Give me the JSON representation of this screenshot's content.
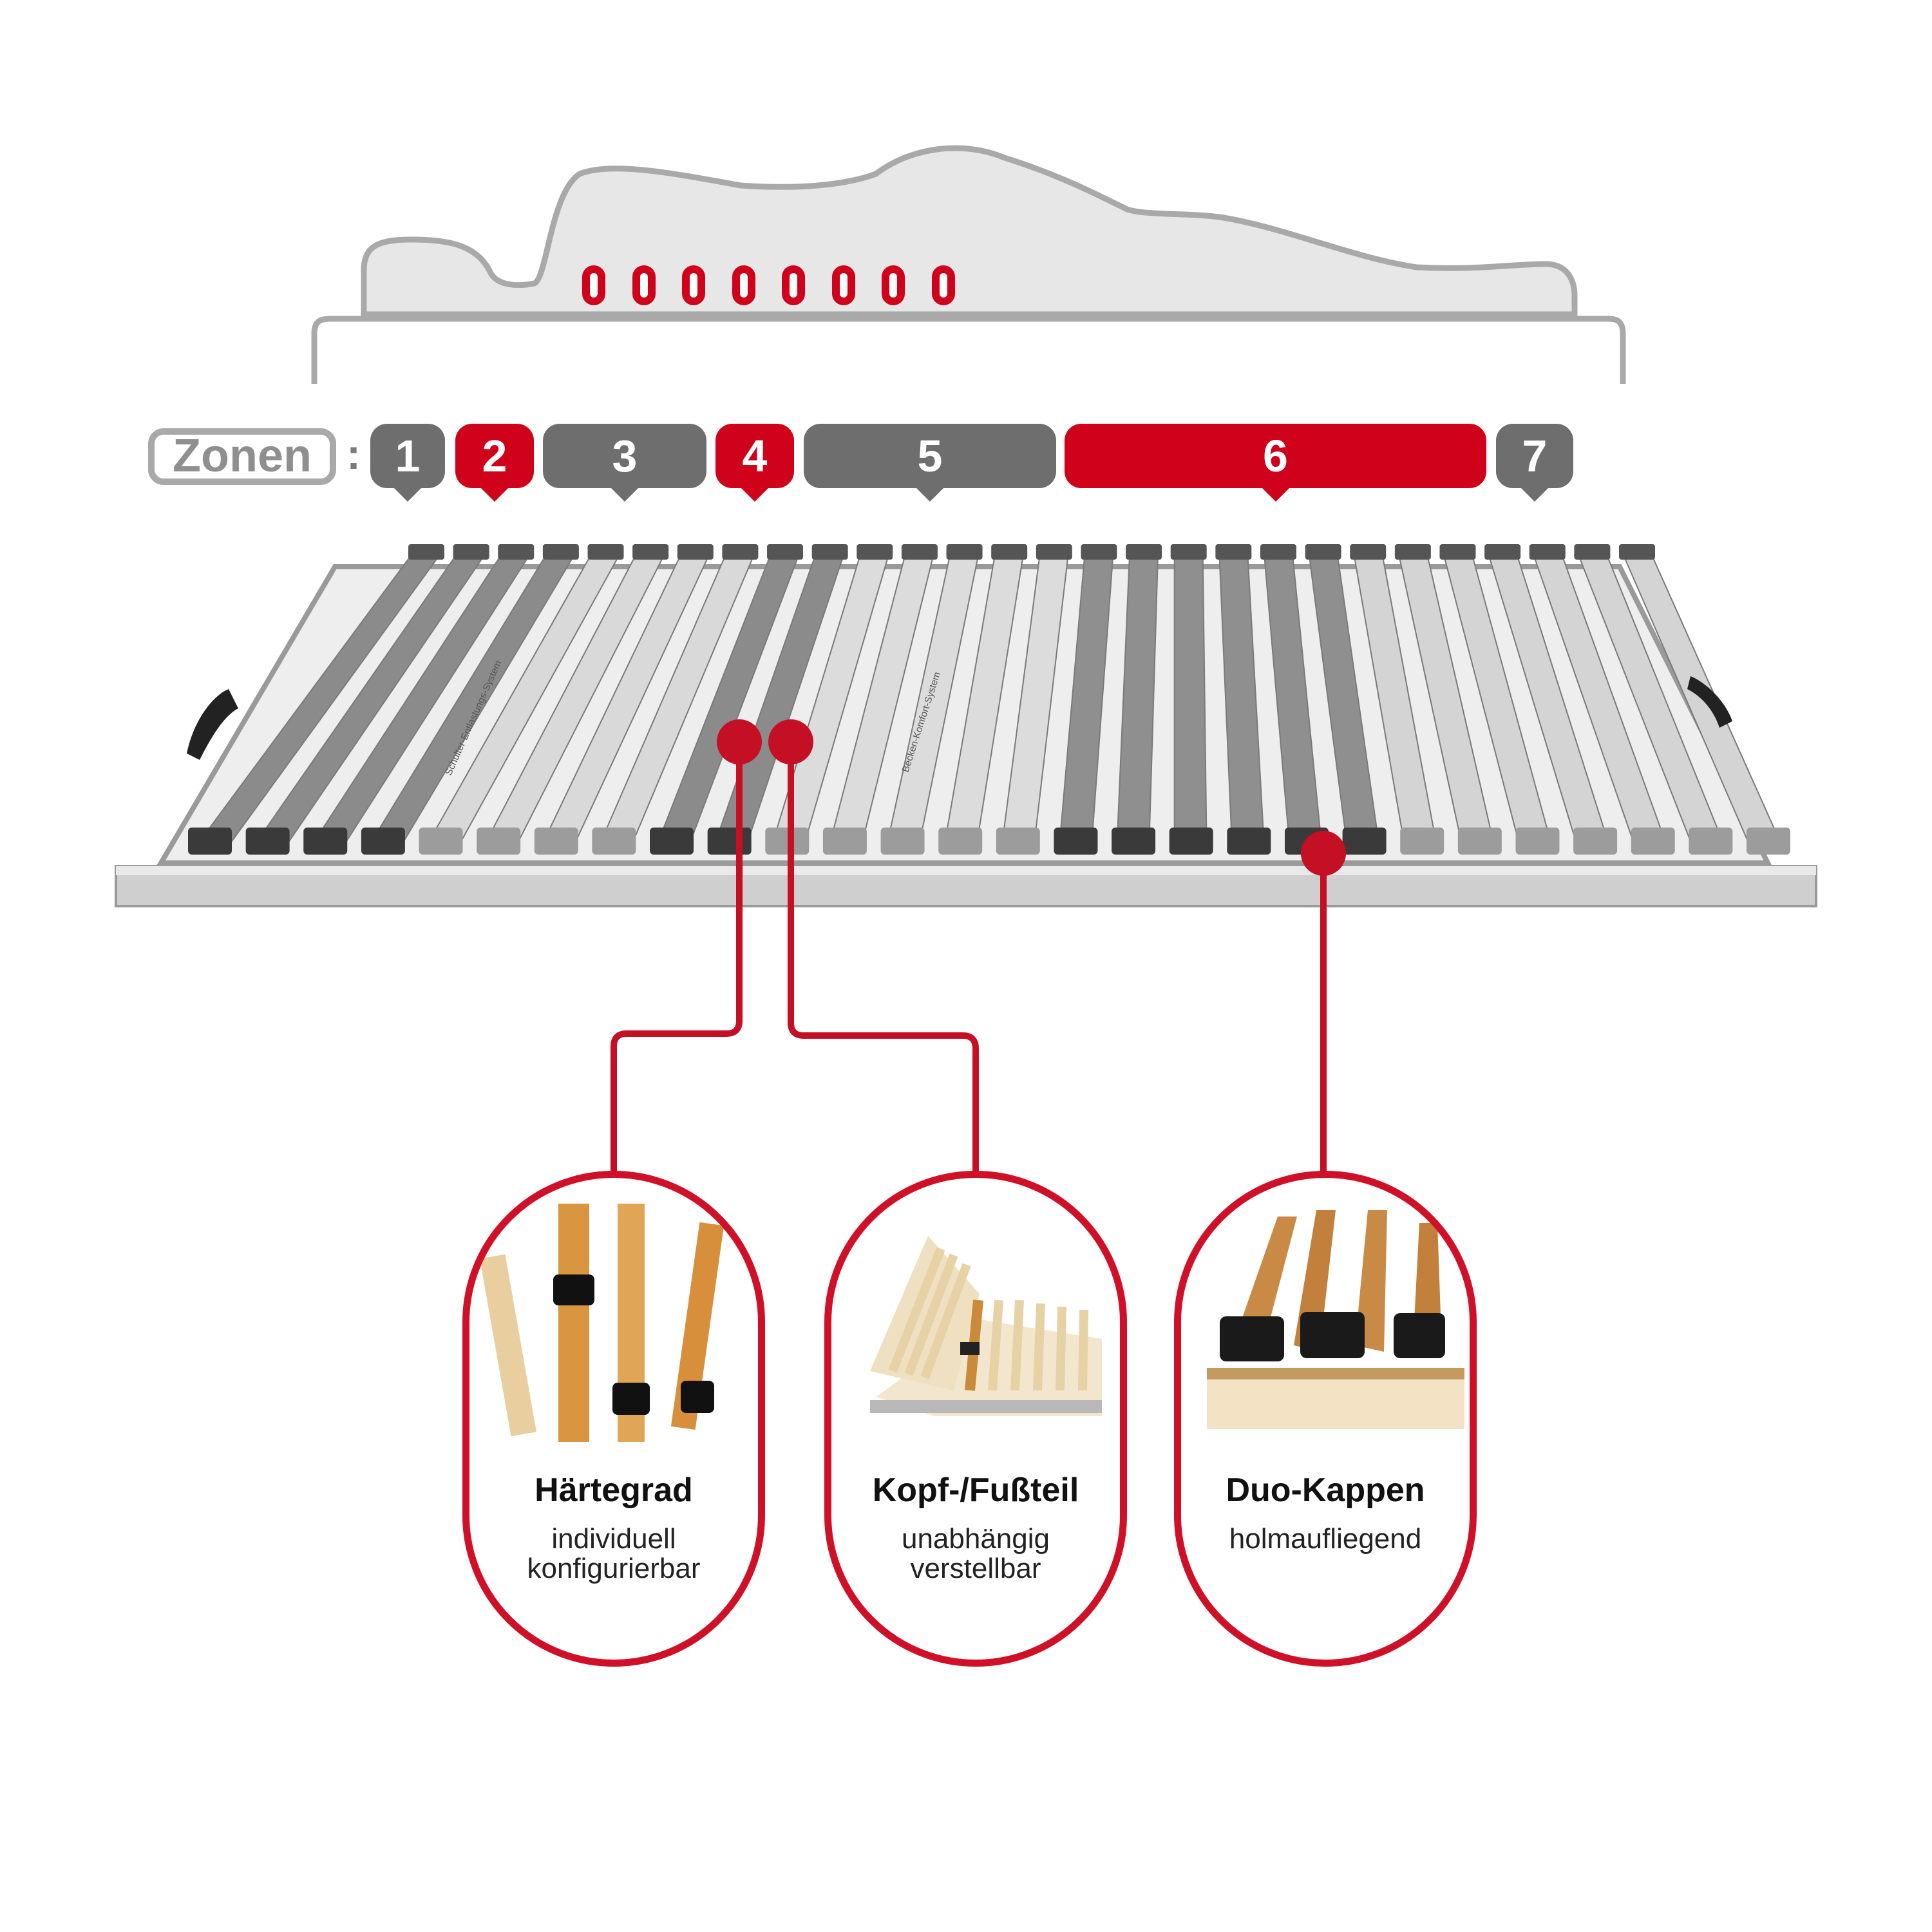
{
  "zones": {
    "label": "Zonen",
    "separator": ":",
    "items": [
      {
        "number": "1",
        "color": "#6e6e6e"
      },
      {
        "number": "2",
        "color": "#d0021b"
      },
      {
        "number": "3",
        "color": "#6e6e6e"
      },
      {
        "number": "4",
        "color": "#d0021b"
      },
      {
        "number": "5",
        "color": "#6e6e6e"
      },
      {
        "number": "6",
        "color": "#d0021b"
      },
      {
        "number": "7",
        "color": "#6e6e6e"
      }
    ]
  },
  "features": [
    {
      "title": "Härtegrad",
      "subtitle_lines": [
        "individuell",
        "konfigurierbar"
      ]
    },
    {
      "title": "Kopf-/Fußteil",
      "subtitle_lines": [
        "unabhängig",
        "verstellbar"
      ]
    },
    {
      "title": "Duo-Kappen",
      "subtitle_lines": [
        "holmaufliegend"
      ]
    }
  ],
  "slat_labels": {
    "left": "Schulter-Entlastungs-System",
    "right": "Becken-Komfort-System"
  },
  "colors": {
    "accent_red": "#d0021b",
    "zone_grey": "#6e6e6e",
    "mattress_fill": "#e7e7e7",
    "outline_grey": "#a9a9a9"
  }
}
